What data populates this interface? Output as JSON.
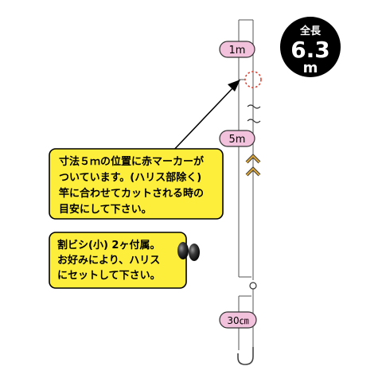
{
  "total_length": {
    "label": "全長",
    "value": "6.3",
    "unit": "m"
  },
  "segments": {
    "upper": "1m",
    "middle": "5m",
    "leader": "30㎝"
  },
  "notes": {
    "marker": {
      "lines": [
        "寸法５ｍの位置に赤マーカーが",
        "ついています。(ハリス部除く)",
        "竿に合わせてカットされる時の",
        "目安にして下さい。"
      ]
    },
    "sinker": {
      "lines": [
        "割ビシ(小) 2ヶ付属。",
        "お好みにより、ハリス",
        "にセットして下さい。"
      ]
    }
  },
  "colors": {
    "note_fill": "#fcee3b",
    "label_fill": "#f2c2dc",
    "marker": "#e23a2a",
    "chevron": "#d8a43a",
    "badge": "#000000"
  }
}
